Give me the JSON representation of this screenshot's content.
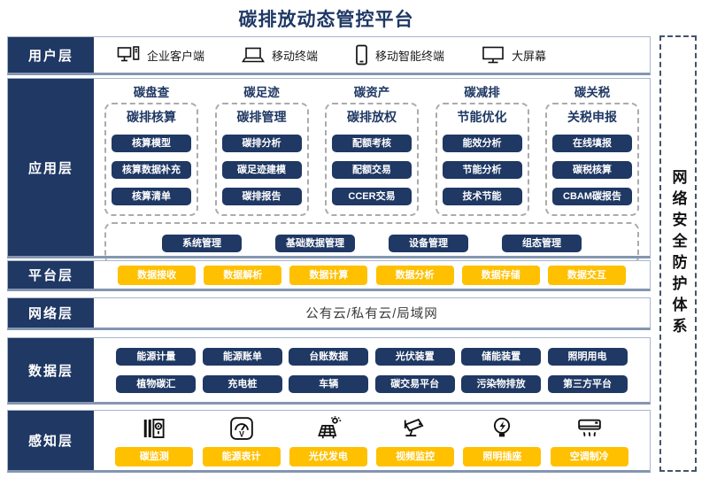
{
  "title": "碳排放动态管控平台",
  "colors": {
    "navy": "#1F3864",
    "orange": "#FFC000",
    "band_border": "#A9B6CA",
    "band_border_bottom": "#8496B0",
    "dashed_gray": "#ABABAB",
    "security_dash": "#44546A"
  },
  "security_box": {
    "label": "网络安全防护体系"
  },
  "layers": {
    "user": {
      "label": "用户层",
      "items": [
        {
          "icon": "desktop-pc-icon",
          "label": "企业客户端"
        },
        {
          "icon": "laptop-icon",
          "label": "移动终端"
        },
        {
          "icon": "smartphone-icon",
          "label": "移动智能终端"
        },
        {
          "icon": "big-screen-icon",
          "label": "大屏幕"
        }
      ]
    },
    "app": {
      "label": "应用层",
      "columns": [
        {
          "header": "碳盘查",
          "subheader": "碳排核算",
          "items": [
            "核算模型",
            "核算数据补充",
            "核算清单"
          ]
        },
        {
          "header": "碳足迹",
          "subheader": "碳排管理",
          "items": [
            "碳排分析",
            "碳足迹建模",
            "碳排报告"
          ]
        },
        {
          "header": "碳资产",
          "subheader": "碳排放权",
          "items": [
            "配额考核",
            "配额交易",
            "CCER交易"
          ]
        },
        {
          "header": "碳减排",
          "subheader": "节能优化",
          "items": [
            "能效分析",
            "节能分析",
            "技术节能"
          ]
        },
        {
          "header": "碳关税",
          "subheader": "关税申报",
          "items": [
            "在线填报",
            "碳税核算",
            "CBAM碳报告"
          ]
        }
      ],
      "common_items": [
        "系统管理",
        "基础数据管理",
        "设备管理",
        "组态管理"
      ]
    },
    "platform": {
      "label": "平台层",
      "items": [
        "数据接收",
        "数据解析",
        "数据计算",
        "数据分析",
        "数据存储",
        "数据交互"
      ]
    },
    "network": {
      "label": "网络层",
      "content": "公有云/私有云/局域网"
    },
    "data": {
      "label": "数据层",
      "rows": [
        [
          "能源计量",
          "能源账单",
          "台账数据",
          "光伏装置",
          "储能装置",
          "照明用电"
        ],
        [
          "植物碳汇",
          "充电桩",
          "车辆",
          "碳交易平台",
          "污染物排放",
          "第三方平台"
        ]
      ]
    },
    "perception": {
      "label": "感知层",
      "items": [
        {
          "icon": "carbon-monitor-icon",
          "label": "碳监测"
        },
        {
          "icon": "energy-meter-icon",
          "label": "能源表计"
        },
        {
          "icon": "solar-power-icon",
          "label": "光伏发电"
        },
        {
          "icon": "cctv-icon",
          "label": "视频监控"
        },
        {
          "icon": "light-socket-icon",
          "label": "照明插座"
        },
        {
          "icon": "air-conditioner-icon",
          "label": "空调制冷"
        }
      ]
    }
  }
}
